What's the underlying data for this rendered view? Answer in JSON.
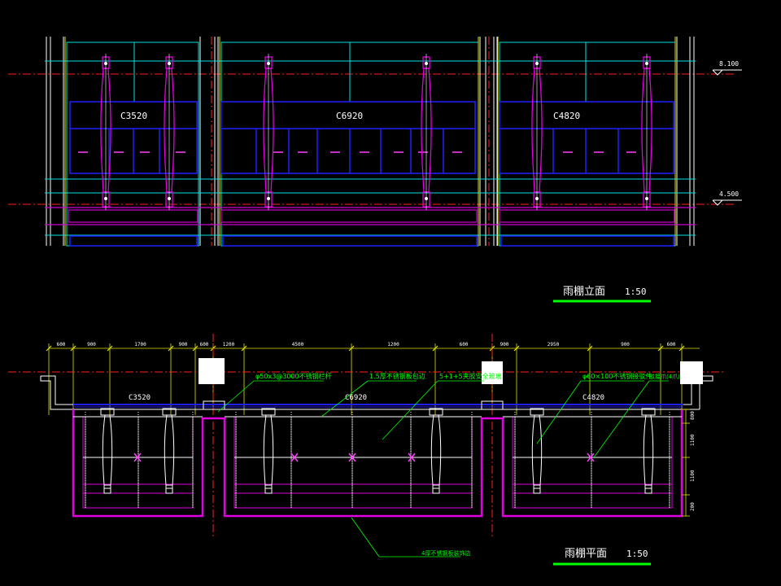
{
  "elevation": {
    "level_top": "8.100",
    "level_bottom": "4.500",
    "windows": [
      "C3520",
      "C6920",
      "C4820"
    ],
    "title": "雨棚立面",
    "scale": "1:50"
  },
  "plan": {
    "dims": [
      "600",
      "900",
      "1700",
      "900",
      "600",
      "1200",
      "4500",
      "1200",
      "600",
      "900",
      "2950",
      "900",
      "600"
    ],
    "windows": [
      "C3520",
      "C6920",
      "C4820"
    ],
    "notes": {
      "n1": "φ50x3@3000不锈钢栏杆",
      "n2": "1.5厚不锈钢板包边",
      "n3": "5+1+5夹胶安全玻璃",
      "n4": "φ60×100不锈钢接驳件",
      "n5": "驳接爪(4爪)",
      "n6": "4厚不锈钢板装饰边"
    },
    "vdims": [
      "800",
      "1100",
      "1100",
      "200"
    ],
    "title": "雨棚平面",
    "scale": "1:50"
  },
  "colors": {
    "background": "#000000",
    "column": "#d000d0",
    "frame": "#00e0e0",
    "window": "#2020ff",
    "text": "#ffffff",
    "annotation": "#00ff00",
    "axis": "#ff2020",
    "dimension": "#ffff00",
    "title_underline": "#00ff00"
  }
}
